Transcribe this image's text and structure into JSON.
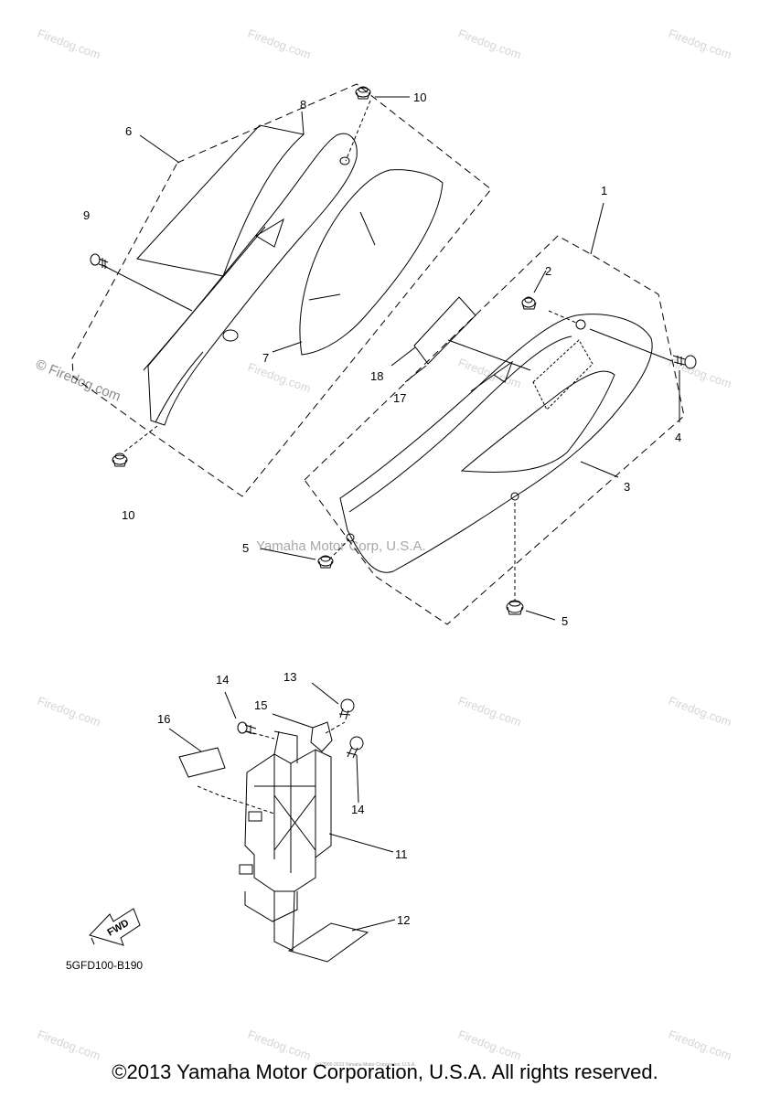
{
  "watermarks": {
    "firedog_domain": "Firedog.com",
    "firedog_mark": "© Firedog.com",
    "yamaha": "Yamaha Motor Corp, U.S.A."
  },
  "callouts": {
    "c1": "1",
    "c2": "2",
    "c3": "3",
    "c4": "4",
    "c5a": "5",
    "c5b": "5",
    "c6": "6",
    "c7": "7",
    "c8": "8",
    "c9": "9",
    "c10a": "10",
    "c10b": "10",
    "c11": "11",
    "c12": "12",
    "c13": "13",
    "c14a": "14",
    "c14b": "14",
    "c15": "15",
    "c16": "16",
    "c17": "17",
    "c18": "18"
  },
  "fwd_label": "FWD",
  "diagram_code": "5GFD100-B190",
  "tiny_copyright": "(c) 2000-2013 Yamaha Motor Corporation, U.S.A.",
  "copyright": "©2013 Yamaha Motor Corporation, U.S.A. All rights reserved."
}
